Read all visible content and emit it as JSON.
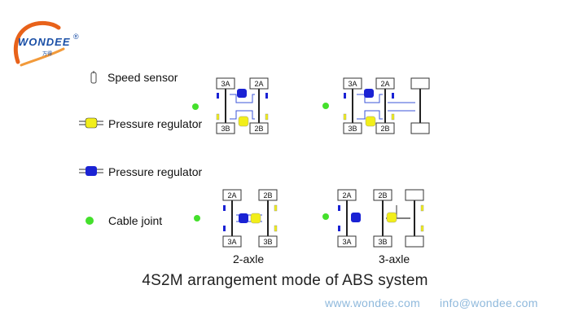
{
  "logo": {
    "text": "WONDEE",
    "sub": "万得",
    "registered": "®"
  },
  "legend": {
    "speed_sensor": "Speed sensor",
    "pressure_regulator_yellow": "Pressure regulator",
    "pressure_regulator_blue": "Pressure regulator",
    "cable_joint": "Cable joint"
  },
  "diagram_labels": {
    "two_axle": "2-axle",
    "three_axle": "3-axle",
    "wheel_2A": "2A",
    "wheel_2B": "2B",
    "wheel_3A": "3A",
    "wheel_3B": "3B"
  },
  "title": "4S2M arrangement mode of ABS system",
  "footer": {
    "website": "www.wondee.com",
    "email": "info@wondee.com"
  },
  "colors": {
    "yellow": "#f2ee1a",
    "blue": "#1a22d4",
    "green": "#44e02c",
    "line_blue": "#3b55d8",
    "footer": "#8fb9dc"
  }
}
